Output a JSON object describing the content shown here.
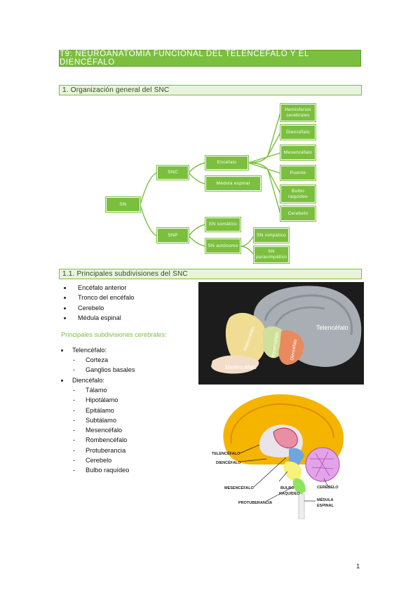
{
  "title": "T9: NEUROANATOMÍA FUNCIONAL DEL TELENCÉFALO Y EL DIENCÉFALO",
  "section1": "1. Organización general del SNC",
  "section2": "1.1. Principales subdivisiones del SNC",
  "tree": {
    "root": "SN",
    "snc": "SNC",
    "snp": "SNP",
    "encefalo": "Encéfalo",
    "medula": "Médula espinal",
    "hemisferios": "Hemisferios cerebrales",
    "diencefalo": "Diencéfalo",
    "mesencefalo": "Mesencéfalo",
    "puente": "Puente",
    "bulbo": "Bulbo raquídeo",
    "cerebelo": "Cerebelo",
    "somatico": "SN somático",
    "autonomo": "SN autónomo",
    "simpatico": "SN simpático",
    "parasimpatico": "SN parasimpático"
  },
  "subdivisions": [
    "Encéfalo anterior",
    "Tronco del encéfalo",
    "Cerebelo",
    "Médula espinal"
  ],
  "cerebral_heading": "Principales subdivisiones cerebrales:",
  "telencefalo": {
    "label": "Telencéfalo:",
    "items": [
      "Corteza",
      "Ganglios basales"
    ]
  },
  "diencefalo": {
    "label": "Diencéfalo:",
    "items": [
      "Tálamo",
      "Hipotálamo",
      "Epitálamo",
      "Subtálamo",
      "Mesencéfalo",
      "Rombencéfalo",
      "Protuberancia",
      "Cerebelo",
      "Bulbo raquídeo"
    ]
  },
  "image1_labels": {
    "telencefalo": "Telencéfalo",
    "mesencefalo": "Mesencéfalo",
    "metencefalo": "Metencéfalo",
    "diencefalo": "Diencéfalo",
    "mielencefalo": "Mielencéfalo"
  },
  "image2_labels": {
    "telencefalo": "TELENCÉFALO",
    "diencefalo": "DIENCÉFALO",
    "mesencefalo": "MESENCÉFALO",
    "bulbo": "BULBO",
    "raquideo": "RAQUÍDEO",
    "protuberancia": "PROTUBERANCIA",
    "cerebelo": "CEREBELO",
    "medula": "MÉDULA",
    "espinal": "ESPINAL"
  },
  "page_number": "1",
  "colors": {
    "accent": "#7bbf3f",
    "section_bg": "#e9f3dc"
  }
}
